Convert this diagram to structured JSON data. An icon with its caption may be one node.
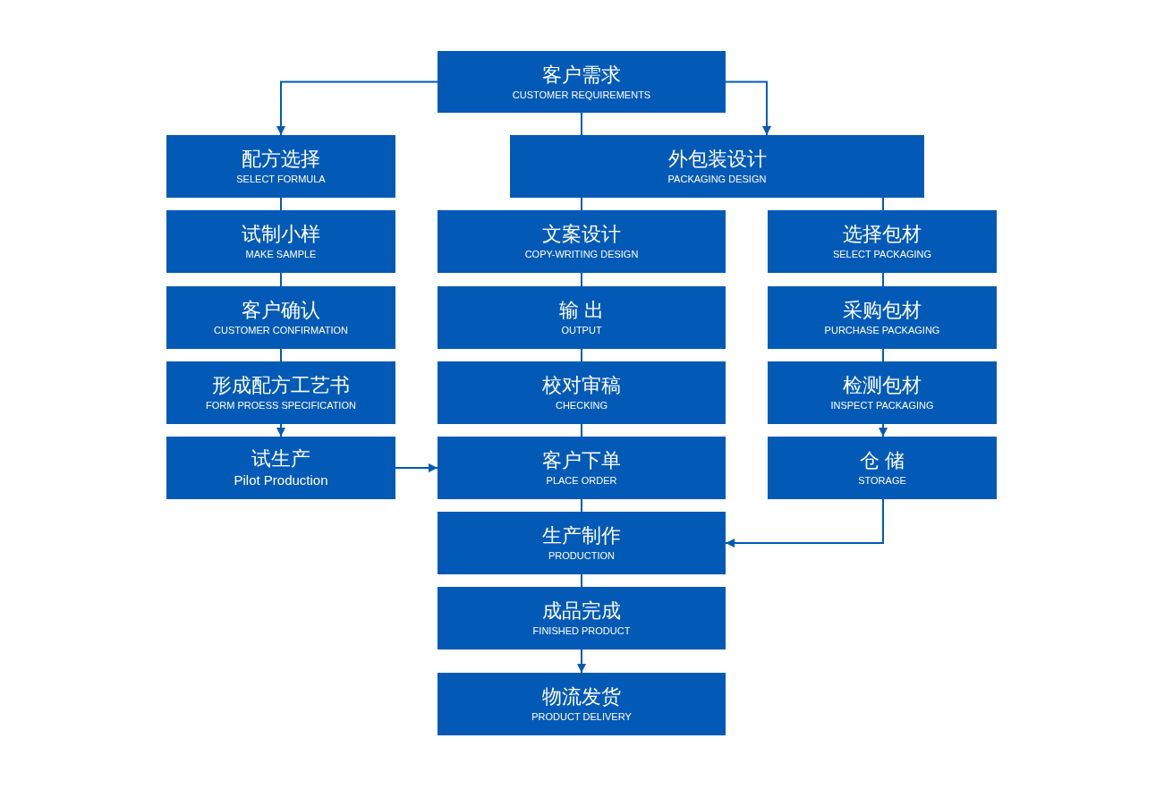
{
  "diagram": {
    "nodes": [
      {
        "text": [
          "客户需求",
          "CUSTOMER REQUIREMENTS"
        ]
      },
      {
        "text": [
          "配方选择",
          "SELECT FORMULA"
        ]
      },
      {
        "text": [
          "外包装设计",
          "PACKAGING DESIGN"
        ]
      },
      {
        "text": [
          "试制小样",
          "MAKE SAMPLE"
        ]
      },
      {
        "text": [
          "文案设计",
          "COPY-WRITING DESIGN"
        ]
      },
      {
        "text": [
          "选择包材",
          "SELECT PACKAGING"
        ]
      },
      {
        "text": [
          "客户确认",
          "CUSTOMER CONFIRMATION"
        ]
      },
      {
        "text": [
          "输 出",
          "OUTPUT"
        ]
      },
      {
        "text": [
          "采购包材",
          "PURCHASE PACKAGING"
        ]
      },
      {
        "text": [
          "形成配方工艺书",
          "FORM PROESS SPECIFICATION"
        ]
      },
      {
        "text": [
          "校对审稿",
          "CHECKING"
        ]
      },
      {
        "text": [
          "检测包材",
          "INSPECT PACKAGING"
        ]
      },
      {
        "text": [
          "试生产",
          "Pilot Production"
        ]
      },
      {
        "text": [
          "客户下单",
          "PLACE ORDER"
        ]
      },
      {
        "text": [
          "仓 储",
          "STORAGE"
        ]
      },
      {
        "text": [
          "生产制作",
          "PRODUCTION"
        ]
      },
      {
        "text": [
          "成品完成",
          "FINISHED PRODUCT"
        ]
      },
      {
        "text": [
          "物流发货",
          "PRODUCT DELIVERY"
        ]
      }
    ],
    "edges": [
      {
        "from": 0,
        "to": 1,
        "arrow": "to"
      },
      {
        "from": 0,
        "to": 2,
        "arrow": "to"
      },
      {
        "from": 0,
        "to": 2,
        "arrow": "none"
      },
      {
        "from": 1,
        "to": 3,
        "arrow": "none"
      },
      {
        "from": 3,
        "to": 6,
        "arrow": "none"
      },
      {
        "from": 6,
        "to": 9,
        "arrow": "none"
      },
      {
        "from": 9,
        "to": 12,
        "arrow": "to"
      },
      {
        "from": 2,
        "to": 4,
        "arrow": "none"
      },
      {
        "from": 2,
        "to": 5,
        "arrow": "none"
      },
      {
        "from": 4,
        "to": 7,
        "arrow": "none"
      },
      {
        "from": 7,
        "to": 10,
        "arrow": "none"
      },
      {
        "from": 10,
        "to": 13,
        "arrow": "none"
      },
      {
        "from": 12,
        "to": 13,
        "arrow": "to"
      },
      {
        "from": 13,
        "to": 15,
        "arrow": "none"
      },
      {
        "from": 5,
        "to": 8,
        "arrow": "none"
      },
      {
        "from": 8,
        "to": 11,
        "arrow": "none"
      },
      {
        "from": 11,
        "to": 14,
        "arrow": "to"
      },
      {
        "from": 14,
        "to": 15,
        "arrow": "to"
      },
      {
        "from": 15,
        "to": 16,
        "arrow": "none"
      },
      {
        "from": 16,
        "to": 17,
        "arrow": "to"
      }
    ]
  }
}
